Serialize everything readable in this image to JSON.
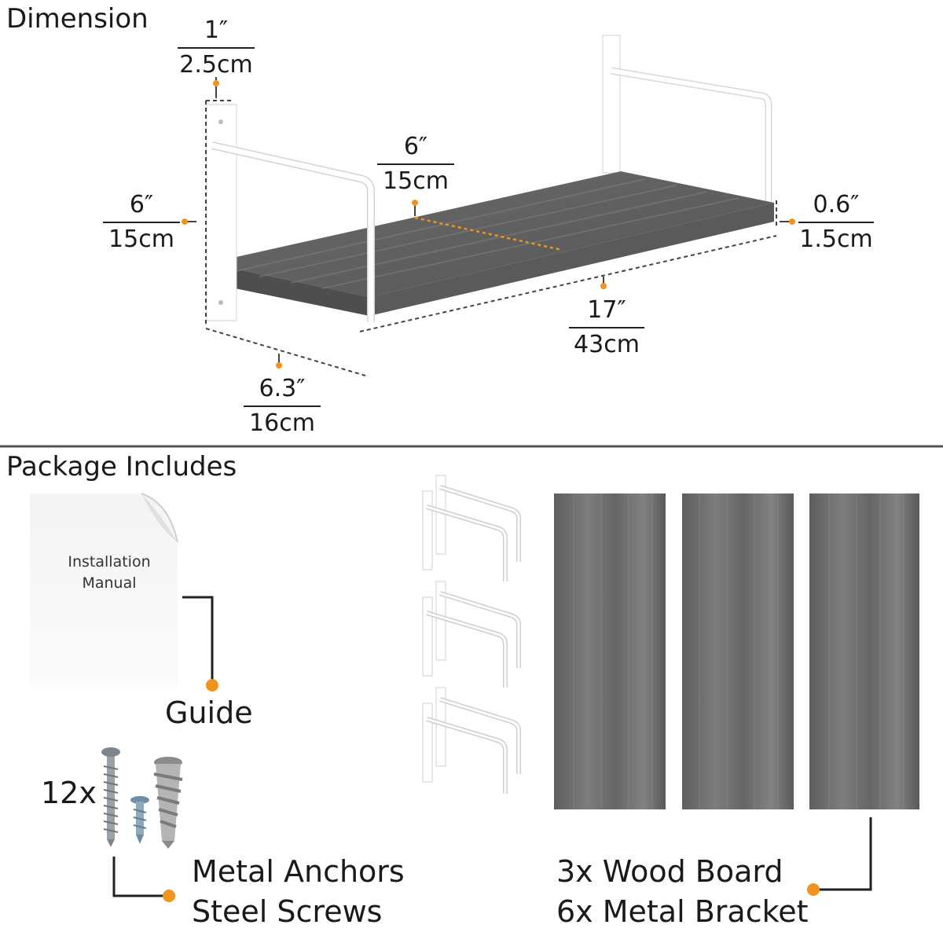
{
  "dimension": {
    "title": "Dimension",
    "bracket_thickness": {
      "inch": "1″",
      "cm": "2.5cm"
    },
    "depth": {
      "inch": "6″",
      "cm": "15cm"
    },
    "bracket_height": {
      "inch": "6″",
      "cm": "15cm"
    },
    "board_thickness": {
      "inch": "0.6″",
      "cm": "1.5cm"
    },
    "length": {
      "inch": "17″",
      "cm": "43cm"
    },
    "bracket_depth": {
      "inch": "6.3″",
      "cm": "16cm"
    }
  },
  "package": {
    "title": "Package Includes",
    "manual_line1": "Installation",
    "manual_line2": "Manual",
    "guide_label": "Guide",
    "hardware_count": "12x",
    "hardware_line1": "Metal Anchors",
    "hardware_line2": "Steel Screws",
    "parts_line1": "3x Wood Board",
    "parts_line2": "6x Metal Bracket"
  },
  "colors": {
    "accent_dot": "#f0941e",
    "wood": "#6f6f6f",
    "divider": "#555555"
  }
}
